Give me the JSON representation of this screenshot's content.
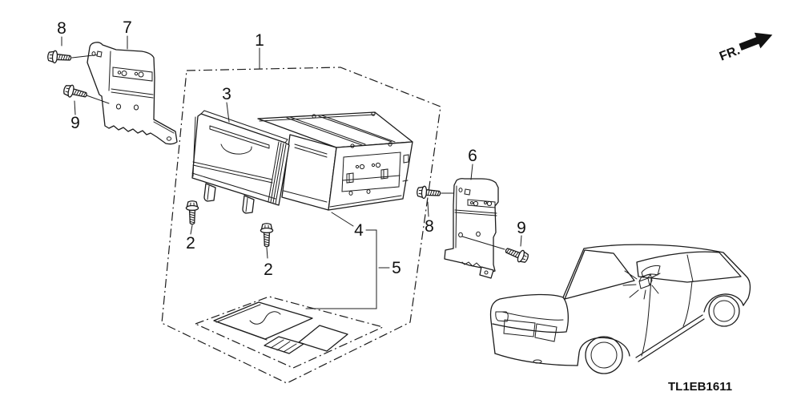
{
  "diagram": {
    "code": "TL1EB1611",
    "direction_label": "FR.",
    "callouts": {
      "c1": "1",
      "c2": "2",
      "c3": "3",
      "c4": "4",
      "c5": "5",
      "c6": "6",
      "c7": "7",
      "c8": "8",
      "c9": "9"
    }
  },
  "colors": {
    "background": "#ffffff",
    "line": "#1c1c1c"
  }
}
